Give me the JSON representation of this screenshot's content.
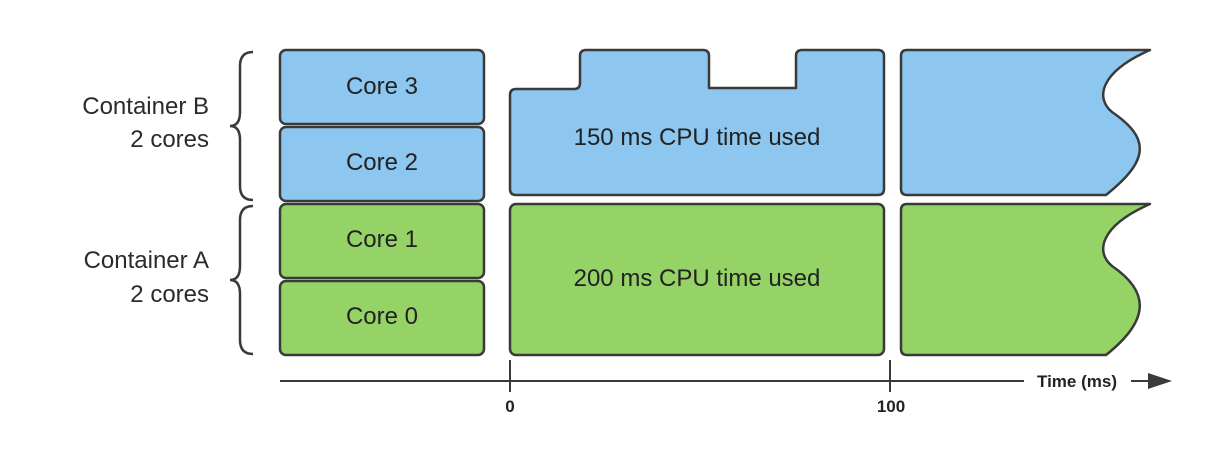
{
  "containers": [
    {
      "name": "Container B",
      "cores_label": "2 cores"
    },
    {
      "name": "Container A",
      "cores_label": "2 cores"
    }
  ],
  "cores": [
    "Core 3",
    "Core 2",
    "Core 1",
    "Core 0"
  ],
  "usage": {
    "container_b": "150 ms CPU time used",
    "container_a": "200 ms CPU time used"
  },
  "axis": {
    "label": "Time (ms)",
    "ticks": [
      "0",
      "100"
    ]
  },
  "colors": {
    "blue": "#8dc6ee",
    "green": "#95d367",
    "stroke": "#3a3a3a"
  }
}
